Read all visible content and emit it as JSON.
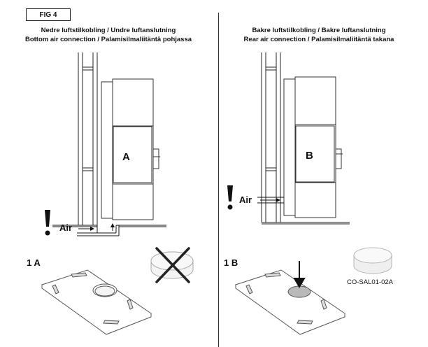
{
  "figure": {
    "label": "FIG 4"
  },
  "left": {
    "title_line1": "Nedre luftstilkobling / Undre luftanslutning",
    "title_line2": "Bottom air connection / Palamisilmaliitäntä pohjassa",
    "stove_letter": "A",
    "air_label": "Air",
    "step_label": "1 A"
  },
  "right": {
    "title_line1": "Bakre luftstilkobling / Bakre luftanslutning",
    "title_line2": "Rear air connection / Palamisilmaliitäntä takana",
    "stove_letter": "B",
    "air_label": "Air",
    "step_label": "1 B",
    "part_code": "CO-SAL01-02A"
  },
  "icons": {
    "warning": "exclamation-icon",
    "cross": "cross-icon",
    "arrow": "down-arrow-icon"
  }
}
